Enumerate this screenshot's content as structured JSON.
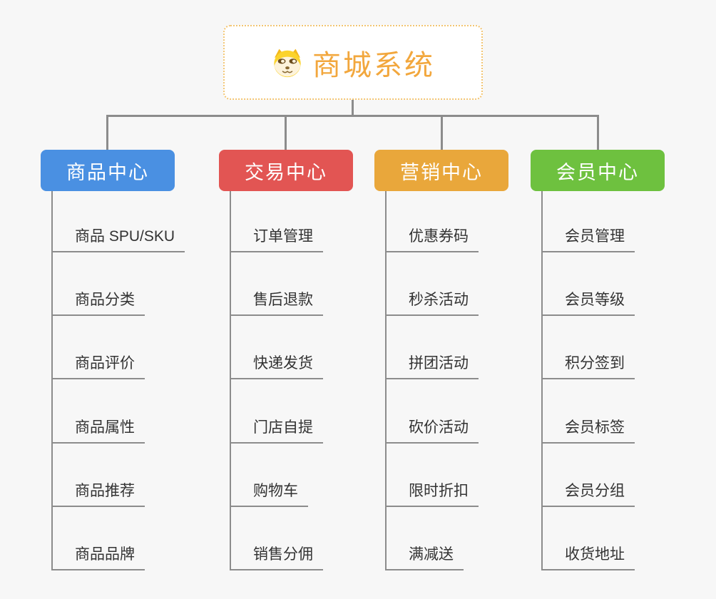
{
  "root": {
    "title": "商城系统",
    "icon": "doge-icon"
  },
  "colors": {
    "background": "#f7f7f7",
    "connector": "#8c8c8c",
    "root_text": "#f2a73d",
    "root_border": "#f3c572",
    "child_text": "#333333"
  },
  "branches": [
    {
      "label": "商品中心",
      "color": "#4a90e2",
      "children": [
        "商品 SPU/SKU",
        "商品分类",
        "商品评价",
        "商品属性",
        "商品推荐",
        "商品品牌"
      ]
    },
    {
      "label": "交易中心",
      "color": "#e25553",
      "children": [
        "订单管理",
        "售后退款",
        "快递发货",
        "门店自提",
        "购物车",
        "销售分佣"
      ]
    },
    {
      "label": "营销中心",
      "color": "#e9a73b",
      "children": [
        "优惠券码",
        "秒杀活动",
        "拼团活动",
        "砍价活动",
        "限时折扣",
        "满减送"
      ]
    },
    {
      "label": "会员中心",
      "color": "#6ec13f",
      "children": [
        "会员管理",
        "会员等级",
        "积分签到",
        "会员标签",
        "会员分组",
        "收货地址"
      ]
    }
  ]
}
